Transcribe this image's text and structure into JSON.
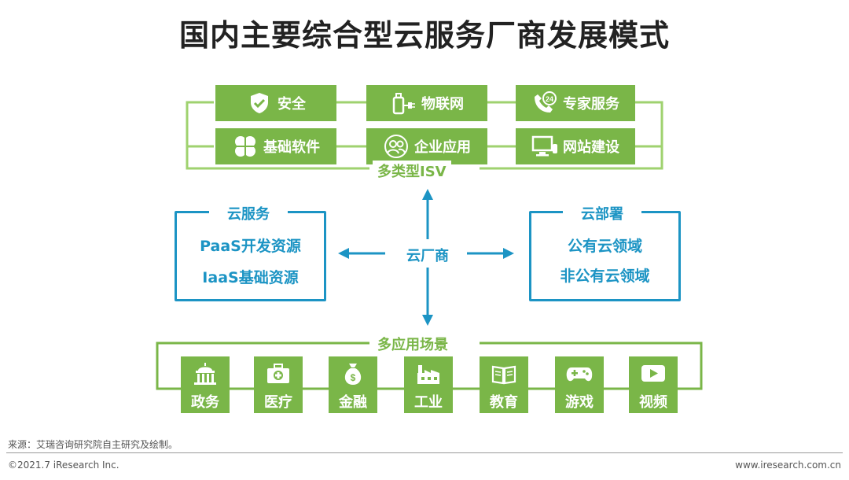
{
  "title": "国内主要综合型云服务厂商发展模式",
  "isv": {
    "label": "多类型ISV",
    "items": [
      {
        "label": "安全",
        "icon": "shield-check-icon"
      },
      {
        "label": "物联网",
        "icon": "iot-device-icon"
      },
      {
        "label": "专家服务",
        "icon": "phone-24h-icon"
      },
      {
        "label": "基础软件",
        "icon": "clover-icon"
      },
      {
        "label": "企业应用",
        "icon": "users-icon"
      },
      {
        "label": "网站建设",
        "icon": "computer-monitor-icon"
      }
    ]
  },
  "center": {
    "label": "云厂商"
  },
  "cloud_service": {
    "title": "云服务",
    "lines": [
      "PaaS开发资源",
      "IaaS基础资源"
    ]
  },
  "cloud_deploy": {
    "title": "云部署",
    "lines": [
      "公有云领域",
      "非公有云领域"
    ]
  },
  "scenarios": {
    "label": "多应用场景",
    "items": [
      {
        "label": "政务",
        "icon": "government-building-icon"
      },
      {
        "label": "医疗",
        "icon": "medical-kit-icon"
      },
      {
        "label": "金融",
        "icon": "money-bag-icon"
      },
      {
        "label": "工业",
        "icon": "factory-icon"
      },
      {
        "label": "教育",
        "icon": "book-icon"
      },
      {
        "label": "游戏",
        "icon": "gamepad-icon"
      },
      {
        "label": "视频",
        "icon": "play-video-icon"
      }
    ]
  },
  "footer": {
    "source": "来源：艾瑞咨询研究院自主研究及绘制。",
    "copyright": "©2021.7 iResearch Inc.",
    "website": "www.iresearch.com.cn"
  },
  "colors": {
    "green": "#7ab648",
    "blue": "#1c94c4",
    "title": "#222222"
  }
}
